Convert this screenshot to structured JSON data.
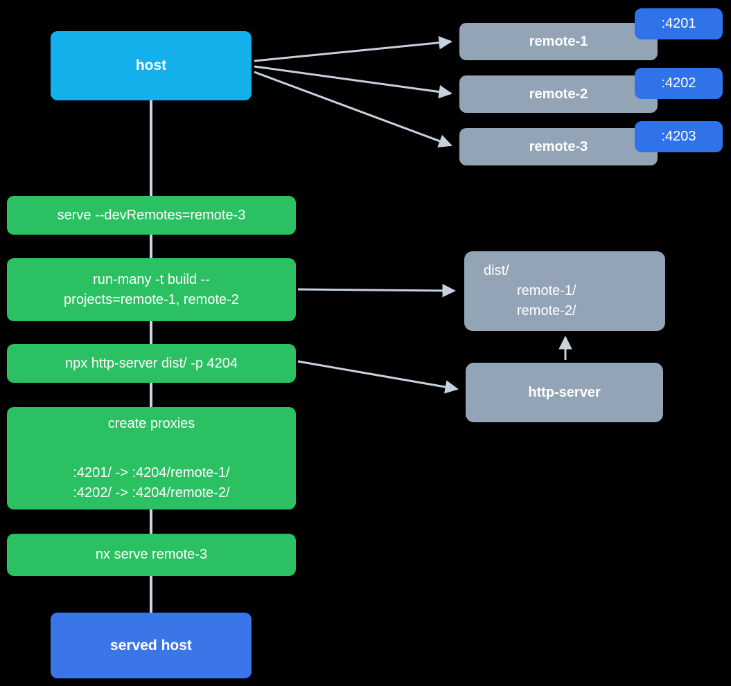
{
  "nodes": {
    "host": {
      "label": "host"
    },
    "served_host": {
      "label": "served host"
    },
    "http_server": {
      "label": "http-server"
    },
    "dist": {
      "lines": [
        "dist/",
        "remote-1/",
        "remote-2/"
      ]
    }
  },
  "remotes": [
    {
      "label": "remote-1",
      "port": ":4201"
    },
    {
      "label": "remote-2",
      "port": ":4202"
    },
    {
      "label": "remote-3",
      "port": ":4203"
    }
  ],
  "commands": [
    {
      "lines": [
        "serve --devRemotes=remote-3"
      ]
    },
    {
      "lines": [
        "run-many -t build --",
        "projects=remote-1, remote-2"
      ]
    },
    {
      "lines": [
        "npx http-server dist/ -p 4204"
      ]
    },
    {
      "title": "create proxies",
      "lines": [
        ":4201/ -> :4204/remote-1/",
        ":4202/ -> :4204/remote-2/"
      ]
    },
    {
      "lines": [
        "nx serve remote-3"
      ]
    }
  ],
  "colors": {
    "host_blue": "#13b0ec",
    "action_blue": "#2f72e9",
    "served_host_blue": "#3b76e9",
    "remote_gray": "#92a4b6",
    "command_green": "#2bc163",
    "arrow_gray": "#c7d2de",
    "text_white": "#ffffff",
    "background": "#000000"
  }
}
